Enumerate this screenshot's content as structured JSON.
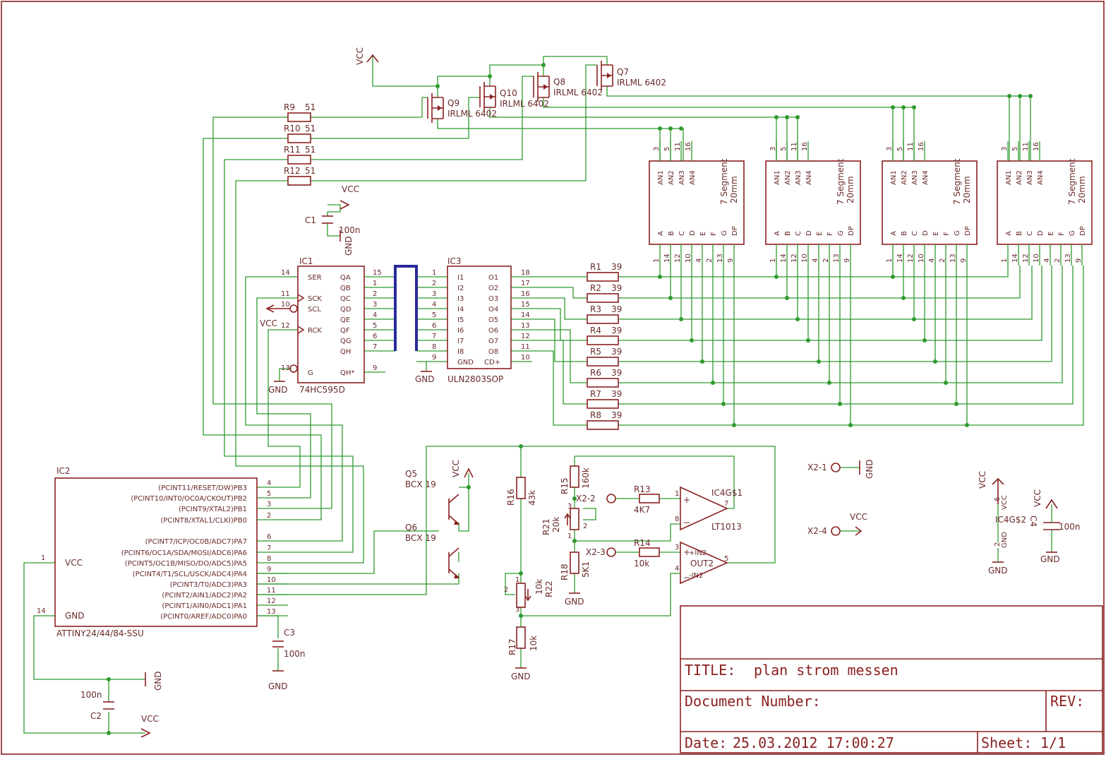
{
  "title_block": {
    "title_label": "TITLE:",
    "title_value": "plan strom messen",
    "doc_label": "Document Number:",
    "rev_label": "REV:",
    "date_label": "Date:",
    "date_value": "25.03.2012 17:00:27",
    "sheet_label": "Sheet:",
    "sheet_value": "1/1"
  },
  "mosfets": [
    {
      "name": "Q9",
      "value": "IRLML 6402"
    },
    {
      "name": "Q10",
      "value": "IRLML 6402"
    },
    {
      "name": "Q8",
      "value": "IRLML 6402"
    },
    {
      "name": "Q7",
      "value": "IRLML 6402"
    }
  ],
  "anode_resistors": [
    {
      "name": "R9",
      "value": "51"
    },
    {
      "name": "R10",
      "value": "51"
    },
    {
      "name": "R11",
      "value": "51"
    },
    {
      "name": "R12",
      "value": "51"
    }
  ],
  "segment_resistors": [
    {
      "name": "R1",
      "value": "39",
      "left": "18"
    },
    {
      "name": "R2",
      "value": "39",
      "left": "17"
    },
    {
      "name": "R3",
      "value": "39",
      "left": "16"
    },
    {
      "name": "R4",
      "value": "39",
      "left": "15"
    },
    {
      "name": "R5",
      "value": "39",
      "left": "14"
    },
    {
      "name": "R6",
      "value": "39",
      "left": "13"
    },
    {
      "name": "R7",
      "value": "39",
      "left": "12"
    },
    {
      "name": "R8",
      "value": "39",
      "left": "11"
    }
  ],
  "displays": {
    "label_line1": "7 Segment",
    "label_line2": "20mm",
    "top_pins": [
      "3",
      "5",
      "11",
      "16"
    ],
    "an_labels": [
      "AN1",
      "AN2",
      "AN3",
      "AN4"
    ],
    "seg_labels": [
      "A",
      "B",
      "C",
      "D",
      "E",
      "F",
      "G",
      "DP"
    ],
    "bottom_pins": [
      "1",
      "14",
      "12",
      "10",
      "4",
      "2",
      "13",
      "9"
    ]
  },
  "ic1": {
    "name": "IC1",
    "part": "74HC595D",
    "left_pins": [
      {
        "num": "14",
        "label": "SER"
      },
      {
        "num": "11",
        "label": "SCK"
      },
      {
        "num": "10",
        "label": "SCL"
      },
      {
        "num": "12",
        "label": "RCK"
      },
      {
        "num": "13",
        "label": "G"
      }
    ],
    "right_pins": [
      {
        "num": "15",
        "label": "QA"
      },
      {
        "num": "1",
        "label": "QB"
      },
      {
        "num": "2",
        "label": "QC"
      },
      {
        "num": "3",
        "label": "QD"
      },
      {
        "num": "4",
        "label": "QE"
      },
      {
        "num": "5",
        "label": "QF"
      },
      {
        "num": "6",
        "label": "QG"
      },
      {
        "num": "7",
        "label": "QH"
      },
      {
        "num": "9",
        "label": "QH*"
      }
    ]
  },
  "ic3": {
    "name": "IC3",
    "part": "ULN2803SOP",
    "left_pins": [
      {
        "num": "1",
        "label": "I1"
      },
      {
        "num": "2",
        "label": "I2"
      },
      {
        "num": "3",
        "label": "I3"
      },
      {
        "num": "4",
        "label": "I4"
      },
      {
        "num": "5",
        "label": "I5"
      },
      {
        "num": "6",
        "label": "I6"
      },
      {
        "num": "7",
        "label": "I7"
      },
      {
        "num": "8",
        "label": "I8"
      },
      {
        "num": "9",
        "label": "GND"
      }
    ],
    "right_pins": [
      {
        "num": "18",
        "label": "O1"
      },
      {
        "num": "17",
        "label": "O2"
      },
      {
        "num": "16",
        "label": "O3"
      },
      {
        "num": "15",
        "label": "O4"
      },
      {
        "num": "14",
        "label": "O5"
      },
      {
        "num": "13",
        "label": "O6"
      },
      {
        "num": "12",
        "label": "O7"
      },
      {
        "num": "11",
        "label": "O8"
      },
      {
        "num": "10",
        "label": "CD+"
      }
    ]
  },
  "ic2": {
    "name": "IC2",
    "part": "ATTINY24/44/84-SSU",
    "vcc_label": "VCC",
    "gnd_label": "GND",
    "vcc_pin": "1",
    "gnd_pin": "14",
    "pins": [
      {
        "num": "4",
        "label": "(PCINT11/RESET/DW)PB3"
      },
      {
        "num": "5",
        "label": "(PCINT10/INT0/OC0A/CKOUT)PB2"
      },
      {
        "num": "3",
        "label": "(PCINT9/XTAL2)PB1"
      },
      {
        "num": "2",
        "label": "(PCINT8/XTAL1/CLKI)PB0"
      },
      {
        "num": "6",
        "label": "(PCINT7/ICP/OC0B/ADC7)PA7"
      },
      {
        "num": "7",
        "label": "(PCINT6/OC1A/SDA/MOSI/ADC6)PA6"
      },
      {
        "num": "8",
        "label": "(PCINT5/OC1B/MISO/DO/ADC5)PA5"
      },
      {
        "num": "9",
        "label": "(PCINT4/T1/SCL/USCK/ADC4)PA4"
      },
      {
        "num": "10",
        "label": "(PCINT3/T0/ADC3)PA3"
      },
      {
        "num": "11",
        "label": "(PCINT2/AIN1/ADC2)PA2"
      },
      {
        "num": "12",
        "label": "(PCINT1/AIN0/ADC1)PA1"
      },
      {
        "num": "13",
        "label": "(PCINT0/AREF/ADC0)PA0"
      }
    ]
  },
  "caps": {
    "c1": {
      "name": "C1",
      "value": "100n"
    },
    "c2": {
      "name": "C2",
      "value": "100n"
    },
    "c3": {
      "name": "C3",
      "value": "100n"
    },
    "c4": {
      "name": "C4",
      "value": "100n"
    }
  },
  "transistors": {
    "q5": {
      "name": "Q5",
      "value": "BCX 19"
    },
    "q6": {
      "name": "Q6",
      "value": "BCX 19"
    }
  },
  "analog": {
    "r16": {
      "name": "R16",
      "value": "43k"
    },
    "r17": {
      "name": "R17",
      "value": "10k"
    },
    "r22": {
      "name": "R22",
      "value": "10k"
    },
    "r15": {
      "name": "R15",
      "value": "160k"
    },
    "r21": {
      "name": "R21",
      "value": "20k"
    },
    "r18": {
      "name": "R18",
      "value": "5K1"
    },
    "r13": {
      "name": "R13",
      "value": "4K7"
    },
    "r14": {
      "name": "R14",
      "value": "10k"
    },
    "pot_pin1": "1",
    "pot_pin2": "2",
    "pot_pin3": "3",
    "op1": {
      "name": "IC4G$1",
      "part": "LT1013",
      "plus": "+",
      "minus": "−",
      "pin_in1": "1",
      "pin_in2": "8",
      "pin_out": "7"
    },
    "op2": {
      "name": "IC4G$2",
      "in_plus": "+IN2",
      "in_minus": "-IN2",
      "out": "OUT2",
      "pin_plus": "3",
      "pin_minus": "4",
      "pin_out": "5",
      "pin_v": "6",
      "pin_g": "2",
      "vcc_small": "VCC",
      "gnd_small": "GND"
    },
    "connectors": [
      "X2-2",
      "X2-3",
      "X2-1",
      "X2-4"
    ]
  },
  "power": {
    "vcc": "VCC",
    "gnd": "GND"
  }
}
